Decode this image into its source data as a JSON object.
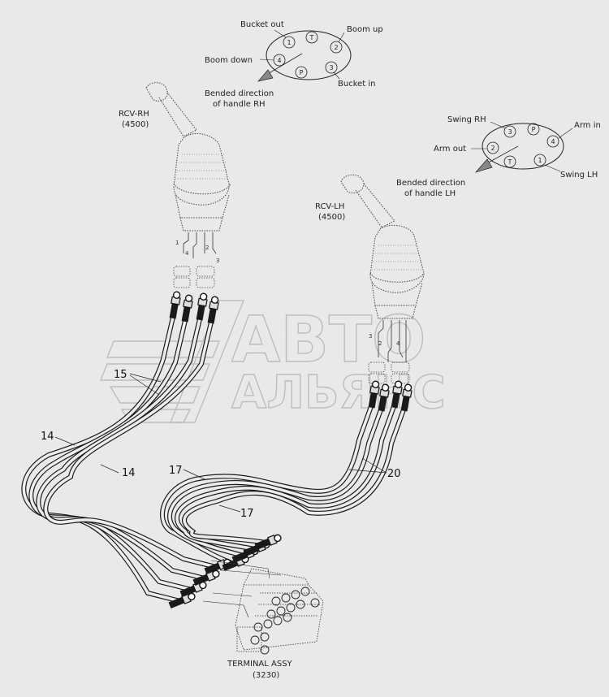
{
  "rh_pattern": {
    "bucket_out": "Bucket out",
    "boom_up": "Boom up",
    "boom_down": "Boom down",
    "bucket_in": "Bucket in",
    "bended_line1": "Bended direction",
    "bended_line2": "of handle RH",
    "ports": [
      "1",
      "T",
      "2",
      "4",
      "P",
      "3"
    ]
  },
  "lh_pattern": {
    "swing_rh": "Swing RH",
    "arm_in": "Arm in",
    "arm_out": "Arm out",
    "swing_lh": "Swing LH",
    "bended_line1": "Bended direction",
    "bended_line2": "of handle LH",
    "ports": [
      "3",
      "P",
      "4",
      "2",
      "T",
      "1"
    ]
  },
  "rcv_rh": {
    "name": "RCV-RH",
    "code": "(4500)",
    "port_tags": [
      "1",
      "4",
      "2",
      "3"
    ]
  },
  "rcv_lh": {
    "name": "RCV-LH",
    "code": "(4500)",
    "port_tags": [
      "3",
      "2",
      "4"
    ]
  },
  "terminal": {
    "name": "TERMINAL ASSY",
    "code": "(3230)"
  },
  "callouts": {
    "c15": "15",
    "c14a": "14",
    "c14b": "14",
    "c17a": "17",
    "c17b": "17",
    "c20": "20"
  },
  "watermark": {
    "line1": "АВТО",
    "line2": "АЛЬЯНС"
  }
}
